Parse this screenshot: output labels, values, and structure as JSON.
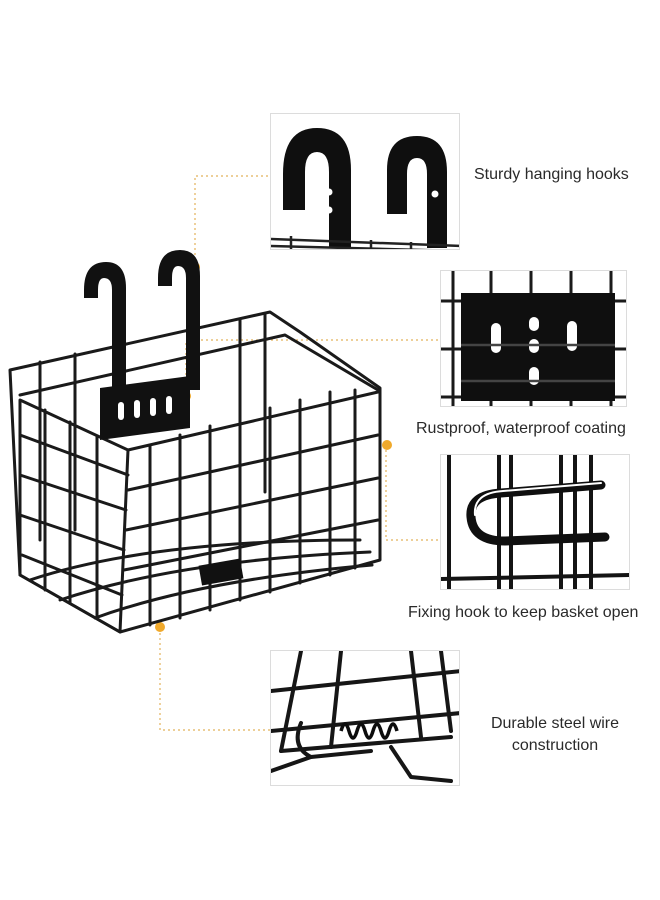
{
  "accent_color": "#f0a92b",
  "leader_color": "#e2b25a",
  "features": [
    {
      "icon": "hanging-hooks-photo",
      "caption": "Sturdy hanging hooks"
    },
    {
      "icon": "mounting-plate-photo",
      "caption": "Rustproof, waterproof coating"
    },
    {
      "icon": "fixing-hook-photo",
      "caption": "Fixing hook to keep basket open"
    },
    {
      "icon": "spring-hinge-photo",
      "caption_line1": "Durable steel wire",
      "caption_line2": "construction"
    }
  ]
}
